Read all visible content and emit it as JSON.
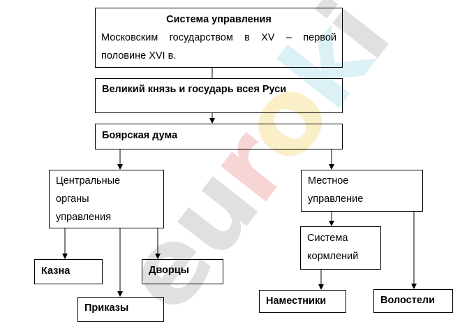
{
  "diagram": {
    "top": {
      "heading": "Система управления",
      "description": "Московским государством в XV – первой половине XVI в."
    },
    "grand_prince": "Великий князь и государь всея Руси",
    "boyar_duma": "Боярская дума",
    "central": {
      "label_lines": [
        "Центральные",
        "органы",
        "управления"
      ],
      "children": {
        "kazna": "Казна",
        "dvortsy": "Дворцы",
        "prikazy": "Приказы"
      }
    },
    "local": {
      "label_lines": [
        "Местное",
        "управление"
      ],
      "feeding": {
        "label_lines": [
          "Система",
          "кормлений"
        ],
        "child": "Наместники"
      },
      "volosteli": "Волостели"
    }
  },
  "watermark": {
    "text": "euroki",
    "colors": [
      "#c8c8c8",
      "#f2b4b4",
      "#f7e29a",
      "#bfe6ee"
    ]
  }
}
